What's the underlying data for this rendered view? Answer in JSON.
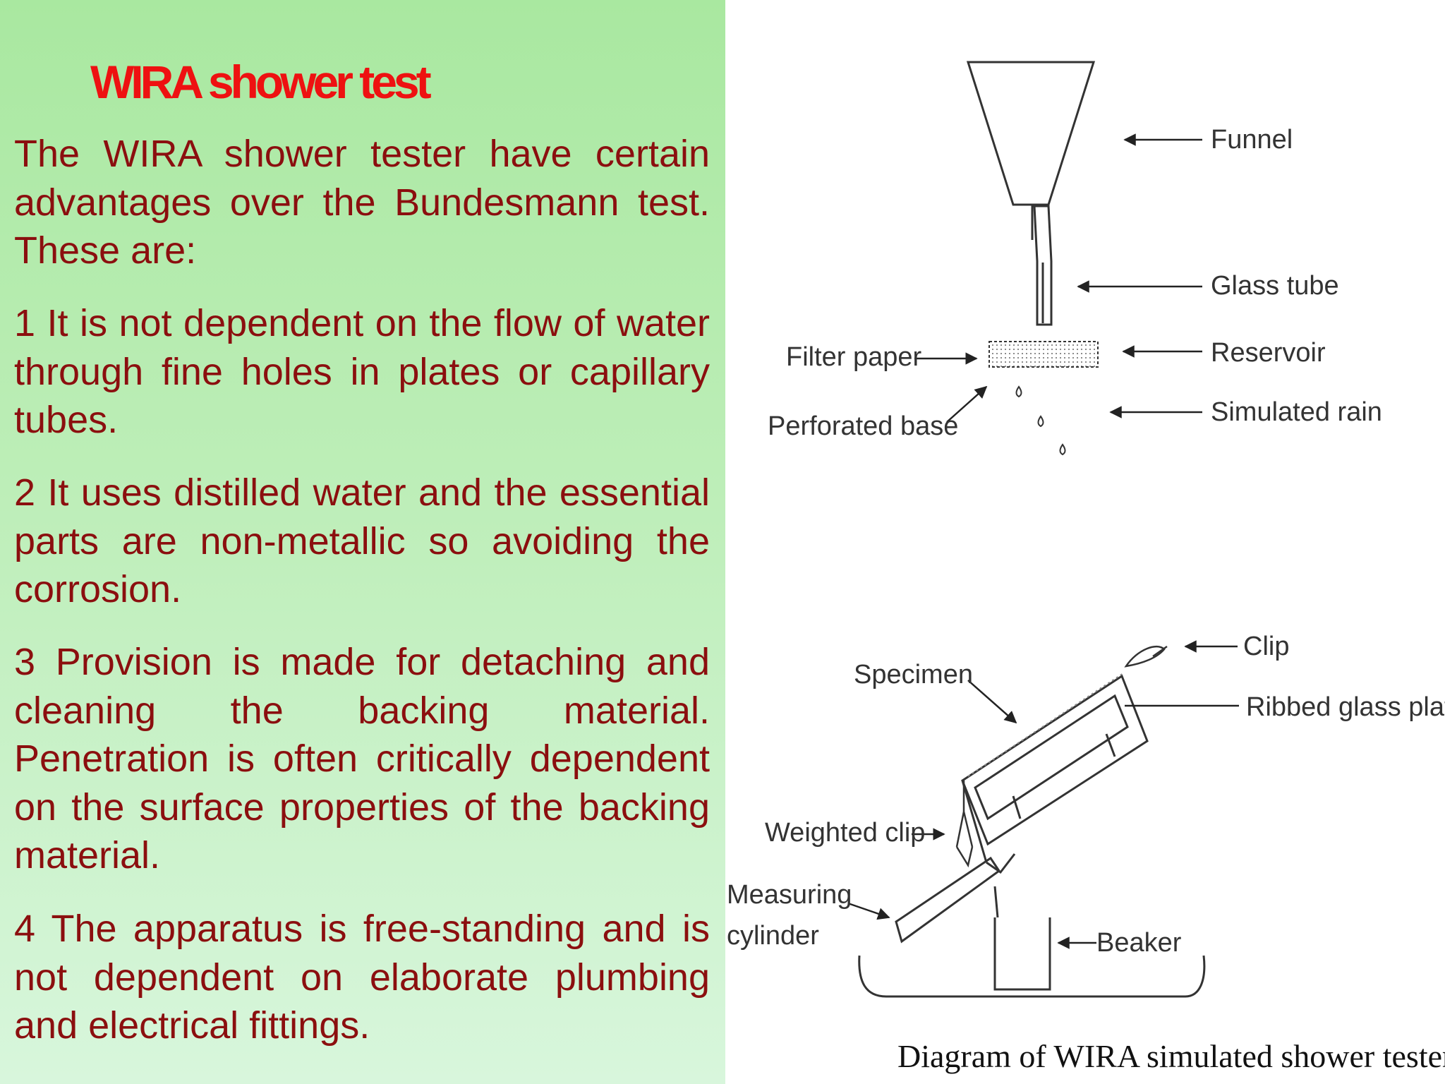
{
  "slide": {
    "title": "WIRA shower test",
    "intro": "The WIRA shower tester have certain advantages over the Bundesmann test. These are:",
    "points": [
      "1 It is not dependent on the flow of water through fine holes in plates or capillary tubes.",
      "2 It uses distilled water and the essential parts are non-metallic so avoiding the corrosion.",
      "3 Provision is made for detaching and cleaning the backing material. Penetration is often critically dependent on the surface properties of the backing material.",
      "4 The apparatus is free-standing and is not dependent on elaborate plumbing and electrical fittings."
    ]
  },
  "diagram": {
    "labels": {
      "funnel": "Funnel",
      "glass_tube": "Glass tube",
      "filter_paper": "Filter paper",
      "reservoir": "Reservoir",
      "perforated_base": "Perforated base",
      "simulated_rain": "Simulated rain",
      "clip": "Clip",
      "specimen": "Specimen",
      "ribbed_glass_plate": "Ribbed glass plate",
      "weighted_clip": "Weighted clip",
      "measuring_line1": "Measuring",
      "measuring_line2": "cylinder",
      "beaker": "Beaker"
    },
    "caption": "Diagram of WIRA simulated shower tester."
  }
}
